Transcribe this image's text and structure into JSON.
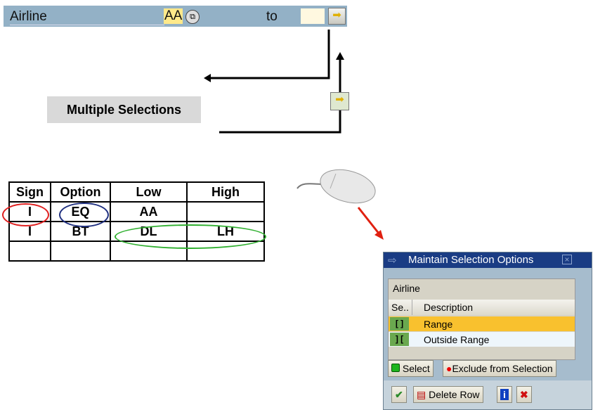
{
  "selection_screen": {
    "field_label": "Airline",
    "low_value": "AA",
    "to_label": "to",
    "high_value": ""
  },
  "callout": {
    "label": "Multiple Selections"
  },
  "table": {
    "headers": [
      "Sign",
      "Option",
      "Low",
      "High"
    ],
    "rows": [
      [
        "I",
        "EQ",
        "AA",
        ""
      ],
      [
        "I",
        "BT",
        "DL",
        "LH"
      ],
      [
        "",
        "",
        "",
        ""
      ]
    ]
  },
  "dialog": {
    "title": "Maintain Selection Options",
    "group": "Airline",
    "col_sel": "Se..",
    "col_desc": "Description",
    "options": [
      {
        "icon": "[ ]",
        "label": "Range",
        "selected": true
      },
      {
        "icon": "] [",
        "label": "Outside Range",
        "selected": false
      }
    ],
    "select_label": "Select",
    "exclude_label": "Exclude from Selection",
    "delete_row_label": "Delete Row"
  }
}
